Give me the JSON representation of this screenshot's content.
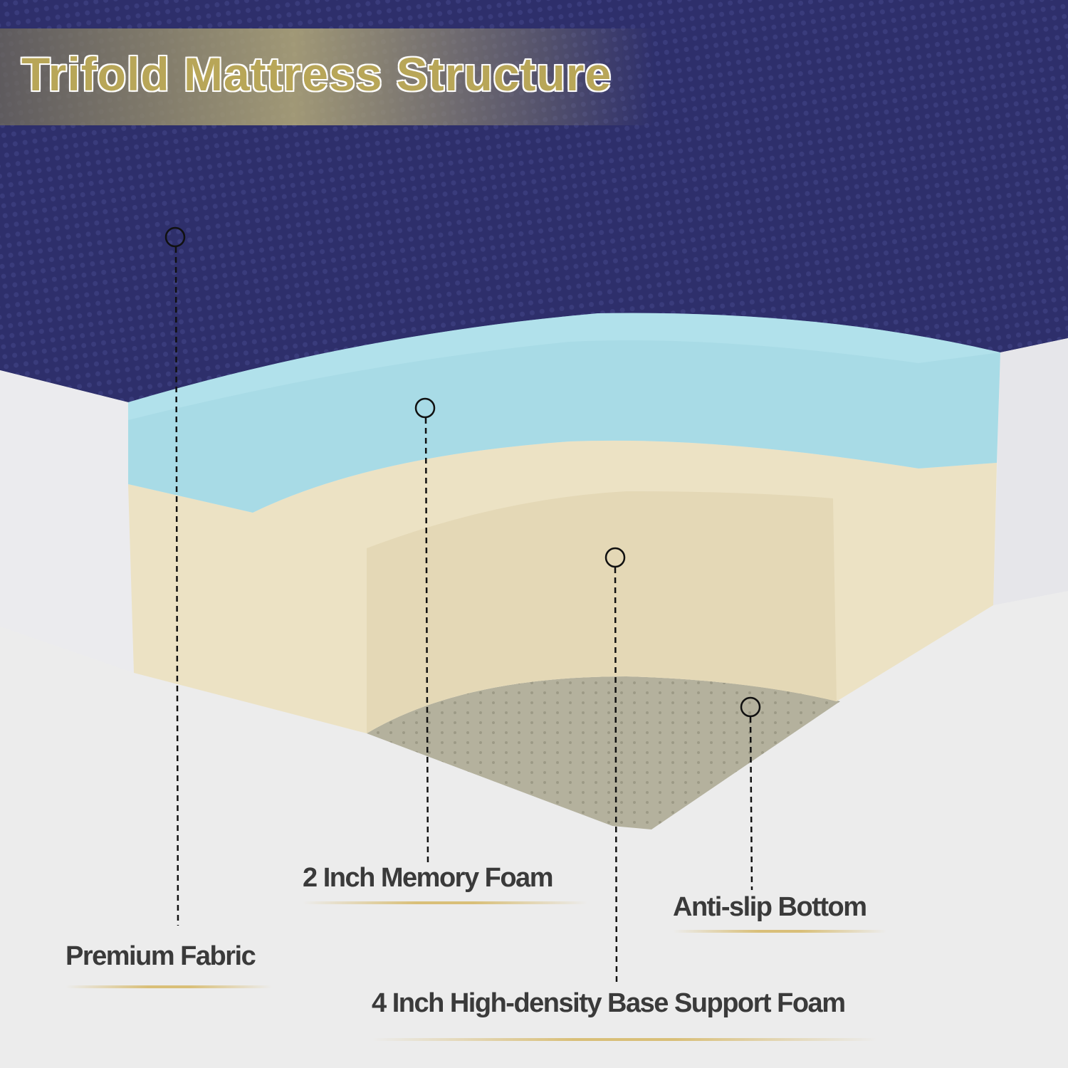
{
  "title": "Trifold Mattress Structure",
  "labels": {
    "premium_fabric": "Premium Fabric",
    "memory_foam": "2 Inch Memory Foam",
    "anti_slip": "Anti-slip Bottom",
    "base_foam": "4 Inch High-density Base Support Foam"
  },
  "colors": {
    "cover_top": "#2e2f6b",
    "side_fabric": "#ebebee",
    "memory_foam": "#a8dbe6",
    "base_foam": "#ece2c4",
    "anti_slip": "#b4b19d",
    "accent_gold": "#b8a658"
  }
}
